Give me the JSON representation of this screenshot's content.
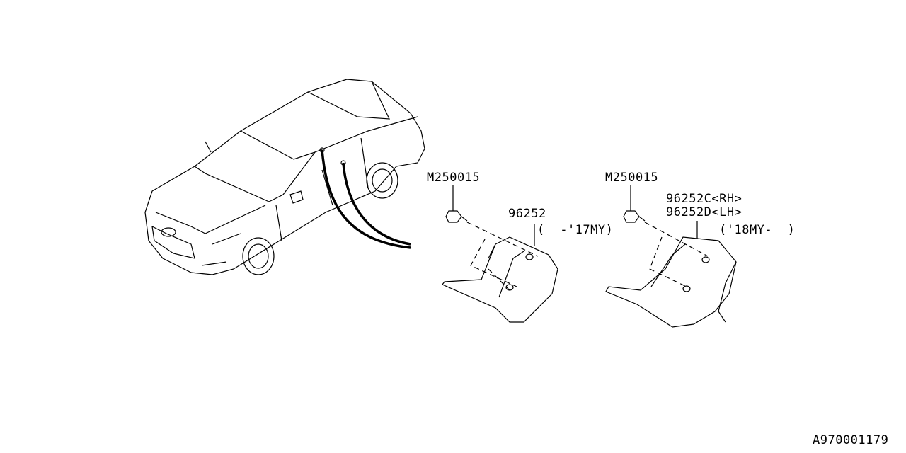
{
  "callouts": {
    "bolt_left": "M250015",
    "bolt_right": "M250015",
    "part_early": "96252",
    "part_early_note": "(  -'17MY)",
    "part_rh": "96252C<RH>",
    "part_lh": "96252D<LH>",
    "part_late_note": "('18MY-  )"
  },
  "diagram_id": "A970001179"
}
